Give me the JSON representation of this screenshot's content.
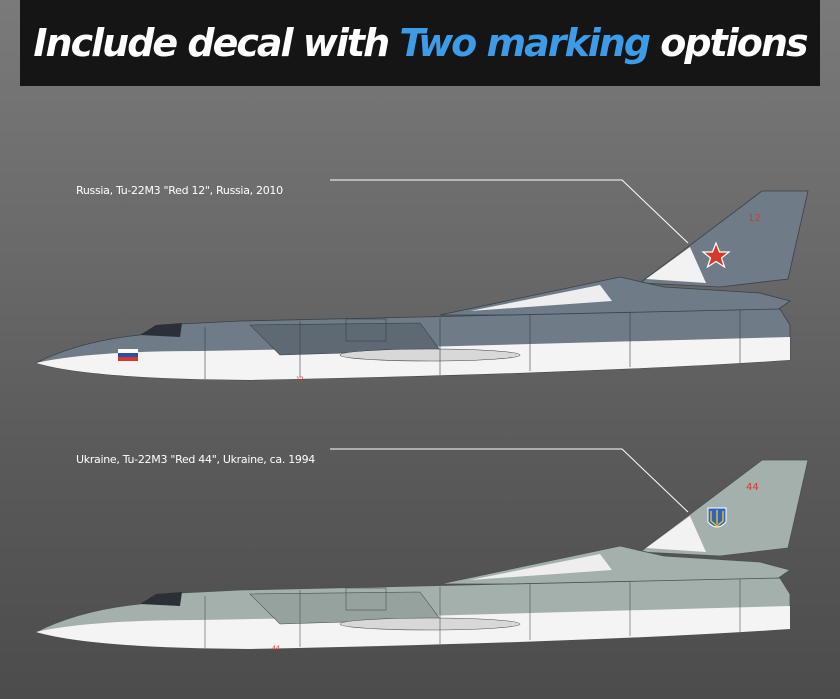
{
  "header": {
    "title_part1": "Include decal with ",
    "title_accent": "Two marking",
    "title_part2": " options"
  },
  "options": [
    {
      "caption": "Russia, Tu-22M3 \"Red 12\", Russia, 2010",
      "tail_number": "12",
      "belly_number": "12"
    },
    {
      "caption": "Ukraine, Tu-22M3 \"Red 44\", Ukraine, ca. 1994",
      "tail_number": "44",
      "belly_number": "44"
    }
  ],
  "colors": {
    "accent": "#3d9be8",
    "russia_body": "#6f7b86",
    "ukraine_body": "#a4b0ab",
    "marking_red": "#d23a2c"
  }
}
